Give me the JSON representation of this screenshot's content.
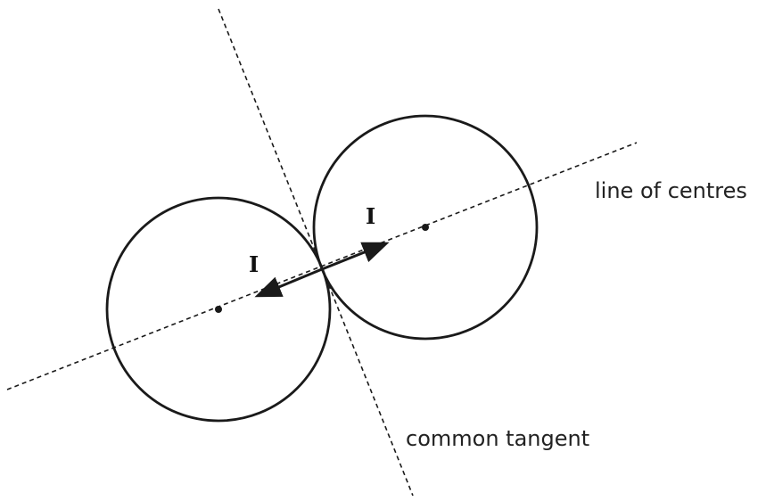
{
  "labels": {
    "line_of_centres": "line of centres",
    "common_tangent": "common tangent",
    "impulse_left": "I",
    "impulse_right": "I"
  },
  "colors": {
    "stroke": "#1a1a1a",
    "text": "#222222",
    "background": "#ffffff"
  }
}
